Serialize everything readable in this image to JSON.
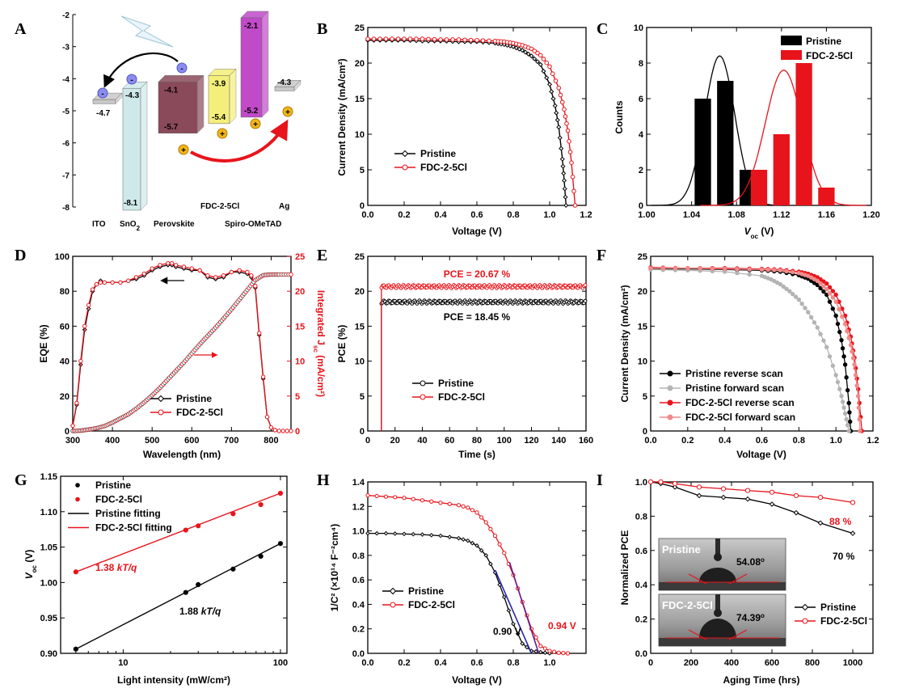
{
  "colors": {
    "pristine": "#000000",
    "fdc": "#e8141b",
    "pristine_forward": "#b4b4b4",
    "fdc_forward": "#f08a8a"
  },
  "panels": {
    "A": {
      "label": "A",
      "axis": {
        "ylim": [
          -8,
          -2
        ],
        "yticks": [
          "-2",
          "-3",
          "-4",
          "-5",
          "-6",
          "-7",
          "-8"
        ]
      },
      "layers": [
        {
          "name": "ITO",
          "levels": [
            "-4.7"
          ],
          "values": [
            -4.7
          ],
          "color": "#c8c8c8"
        },
        {
          "name": "SnO",
          "sub": "2",
          "levels": [
            "-4.3",
            "-8.1"
          ],
          "values": [
            -4.3,
            -8.1
          ],
          "color": "#cfe9ea"
        },
        {
          "name": "Perovskite",
          "levels": [
            "-4.1",
            "-5.7"
          ],
          "values": [
            -4.1,
            -5.7
          ],
          "color": "#8a4a5a"
        },
        {
          "name": "FDC-2-5Cl",
          "levels": [
            "-3.9",
            "-5.4"
          ],
          "values": [
            -3.9,
            -5.4
          ],
          "color": "#f4ef7a"
        },
        {
          "name": "Spiro-OMeTAD",
          "levels": [
            "-2.1",
            "-5.2"
          ],
          "values": [
            -2.1,
            -5.2
          ],
          "color": "#c04ac8"
        },
        {
          "name": "Ag",
          "levels": [
            "-4.3"
          ],
          "values": [
            -4.3
          ],
          "color": "#c8c8c8"
        }
      ],
      "charges": {
        "minus": "-",
        "plus": "+"
      }
    },
    "B": {
      "label": "B",
      "type": "line",
      "xlabel": "Voltage (V)",
      "ylabel": "Current Density (mA/cm²)",
      "xlim": [
        0.0,
        1.2
      ],
      "ylim": [
        0,
        25
      ],
      "xticks": [
        "0.0",
        "0.2",
        "0.4",
        "0.6",
        "0.8",
        "1.0",
        "1.2"
      ],
      "yticks": [
        "0",
        "5",
        "10",
        "15",
        "20",
        "25"
      ],
      "series": [
        {
          "name": "Pristine",
          "x": [
            0.0,
            0.1,
            0.2,
            0.3,
            0.4,
            0.5,
            0.6,
            0.7,
            0.75,
            0.8,
            0.85,
            0.9,
            0.95,
            1.0,
            1.03,
            1.05,
            1.07,
            1.08,
            1.09
          ],
          "y": [
            23.2,
            23.2,
            23.2,
            23.1,
            23.1,
            23.0,
            23.0,
            22.8,
            22.6,
            22.3,
            21.8,
            21.0,
            19.8,
            17.0,
            14.0,
            11.0,
            6.5,
            3.5,
            0.0
          ]
        },
        {
          "name": "FDC-2-5Cl",
          "x": [
            0.0,
            0.1,
            0.2,
            0.3,
            0.4,
            0.5,
            0.6,
            0.7,
            0.75,
            0.8,
            0.85,
            0.9,
            0.95,
            1.0,
            1.05,
            1.08,
            1.1,
            1.12,
            1.14
          ],
          "y": [
            23.4,
            23.4,
            23.4,
            23.4,
            23.3,
            23.3,
            23.2,
            23.1,
            23.0,
            22.8,
            22.5,
            22.0,
            21.1,
            19.5,
            16.5,
            13.5,
            10.5,
            6.0,
            0.0
          ]
        }
      ]
    },
    "C": {
      "label": "C",
      "type": "bar",
      "xlabel": "V",
      "xlabel_sub": "oc",
      "xlabel_unit": " (V)",
      "ylabel": "Counts",
      "xlim": [
        1.0,
        1.2
      ],
      "ylim": [
        0,
        10
      ],
      "xticks": [
        "1.00",
        "1.04",
        "1.08",
        "1.12",
        "1.16",
        "1.20"
      ],
      "yticks": [
        "0",
        "2",
        "4",
        "6",
        "8",
        "10"
      ],
      "series": [
        {
          "name": "Pristine",
          "x": [
            1.05,
            1.07,
            1.09
          ],
          "values": [
            6,
            7,
            2
          ],
          "fit": {
            "mean": 1.065,
            "sigma": 0.0135,
            "amp": 8.4
          }
        },
        {
          "name": "FDC-2-5Cl",
          "x": [
            1.1,
            1.12,
            1.14,
            1.16
          ],
          "values": [
            2,
            4,
            8,
            1
          ],
          "fit": {
            "mean": 1.122,
            "sigma": 0.0165,
            "amp": 7.6
          }
        }
      ]
    },
    "D": {
      "label": "D",
      "type": "line",
      "xlabel": "Wavelength (nm)",
      "ylabel": "EQE (%)",
      "ylabel_right": "Integrated J",
      "ylabel_right_sub": "sc",
      "ylabel_right_unit": " (mA/cm²)",
      "xlim": [
        300,
        850
      ],
      "ylim": [
        0,
        100
      ],
      "ylim_right": [
        0,
        25
      ],
      "xticks": [
        "300",
        "400",
        "500",
        "600",
        "700",
        "800"
      ],
      "yticks": [
        "0",
        "20",
        "40",
        "60",
        "80",
        "100"
      ],
      "yticks_right": [
        "0",
        "5",
        "10",
        "15",
        "20",
        "25"
      ],
      "series": [
        {
          "name": "Pristine",
          "x": [
            300,
            310,
            320,
            330,
            340,
            350,
            360,
            370,
            380,
            400,
            420,
            440,
            460,
            480,
            500,
            520,
            540,
            550,
            560,
            580,
            600,
            620,
            640,
            660,
            680,
            700,
            720,
            740,
            750,
            760,
            770,
            780,
            790,
            800,
            810,
            820,
            830,
            840,
            850
          ],
          "values": [
            3,
            15,
            38,
            58,
            70,
            80,
            84,
            86,
            85,
            85,
            85,
            86,
            87,
            89,
            92,
            94,
            95,
            95,
            94,
            93,
            92,
            92,
            88,
            87,
            88,
            91,
            91,
            90,
            88,
            82,
            55,
            30,
            8,
            2,
            0.5,
            0,
            0,
            0,
            0
          ]
        },
        {
          "name": "FDC-2-5Cl",
          "x": [
            300,
            310,
            320,
            330,
            340,
            350,
            360,
            370,
            380,
            400,
            420,
            440,
            460,
            480,
            500,
            520,
            540,
            550,
            560,
            580,
            600,
            620,
            640,
            660,
            680,
            700,
            720,
            740,
            750,
            760,
            770,
            780,
            790,
            800,
            810,
            820,
            830,
            840,
            850
          ],
          "values": [
            3,
            16,
            40,
            60,
            72,
            81,
            84,
            85,
            85,
            85,
            85,
            86,
            88,
            90,
            93,
            95,
            96,
            96,
            95,
            94,
            93,
            92,
            89,
            88,
            89,
            91,
            92,
            91,
            89,
            83,
            56,
            31,
            8,
            2,
            0.5,
            0,
            0,
            0,
            0
          ]
        }
      ],
      "integrated": {
        "x": [
          300,
          320,
          340,
          360,
          380,
          400,
          420,
          440,
          460,
          480,
          500,
          520,
          540,
          560,
          580,
          600,
          620,
          640,
          660,
          680,
          700,
          720,
          740,
          760,
          780,
          800,
          820,
          850
        ],
        "values": [
          0,
          0.05,
          0.2,
          0.4,
          0.7,
          1.2,
          1.8,
          2.4,
          3.2,
          4.1,
          5.1,
          6.2,
          7.4,
          8.6,
          9.8,
          11.1,
          12.4,
          13.6,
          14.8,
          16.1,
          17.4,
          18.8,
          20.2,
          21.6,
          22.3,
          22.4,
          22.4,
          22.4
        ]
      }
    },
    "E": {
      "label": "E",
      "type": "line",
      "xlabel": "Time (s)",
      "ylabel": "PCE (%)",
      "xlim": [
        0,
        160
      ],
      "ylim": [
        0,
        25
      ],
      "xticks": [
        "0",
        "20",
        "40",
        "60",
        "80",
        "100",
        "120",
        "140",
        "160"
      ],
      "yticks": [
        "0",
        "5",
        "10",
        "15",
        "20",
        "25"
      ],
      "annotation_fdc": "PCE = 20.67 %",
      "annotation_pristine": "PCE = 18.45 %",
      "series": [
        {
          "name": "Pristine",
          "x": [
            10,
            10,
            160
          ],
          "values": [
            0,
            18.45,
            18.45
          ]
        },
        {
          "name": "FDC-2-5Cl",
          "x": [
            10,
            10,
            160
          ],
          "values": [
            0,
            20.67,
            20.67
          ]
        }
      ]
    },
    "F": {
      "label": "F",
      "type": "line",
      "xlabel": "Voltage (V)",
      "ylabel": "Current Density (mA/cm²)",
      "xlim": [
        0.0,
        1.2
      ],
      "ylim": [
        0,
        25
      ],
      "xticks": [
        "0.0",
        "0.2",
        "0.4",
        "0.6",
        "0.8",
        "1.0",
        "1.2"
      ],
      "yticks": [
        "0",
        "5",
        "10",
        "15",
        "20",
        "25"
      ],
      "series": [
        {
          "name": "Pristine reverse scan",
          "x": [
            0.0,
            0.2,
            0.4,
            0.6,
            0.7,
            0.8,
            0.85,
            0.9,
            0.95,
            1.0,
            1.03,
            1.05,
            1.07,
            1.08
          ],
          "y": [
            23.2,
            23.2,
            23.1,
            23.0,
            22.8,
            22.3,
            21.8,
            20.9,
            19.5,
            16.5,
            13.0,
            9.5,
            4.0,
            0.0
          ]
        },
        {
          "name": "Pristine forward scan",
          "x": [
            0.0,
            0.2,
            0.4,
            0.6,
            0.65,
            0.7,
            0.75,
            0.8,
            0.85,
            0.9,
            0.95,
            1.0,
            1.03,
            1.05,
            1.07
          ],
          "y": [
            23.1,
            23.0,
            22.8,
            22.2,
            21.7,
            21.0,
            20.0,
            18.8,
            17.0,
            14.8,
            12.0,
            8.0,
            5.0,
            2.5,
            0.0
          ]
        },
        {
          "name": "FDC-2-5Cl reverse scan",
          "x": [
            0.0,
            0.2,
            0.4,
            0.6,
            0.7,
            0.8,
            0.85,
            0.9,
            0.95,
            1.0,
            1.05,
            1.08,
            1.1,
            1.12,
            1.14
          ],
          "y": [
            23.4,
            23.3,
            23.3,
            23.2,
            23.1,
            22.8,
            22.5,
            22.0,
            21.1,
            19.5,
            16.5,
            13.5,
            10.5,
            6.0,
            0.0
          ]
        },
        {
          "name": "FDC-2-5Cl forward scan",
          "x": [
            0.0,
            0.2,
            0.4,
            0.6,
            0.7,
            0.8,
            0.85,
            0.9,
            0.95,
            1.0,
            1.05,
            1.08,
            1.1,
            1.12,
            1.13
          ],
          "y": [
            23.3,
            23.3,
            23.2,
            23.1,
            23.0,
            22.6,
            22.2,
            21.5,
            20.3,
            18.5,
            15.3,
            12.3,
            9.5,
            5.0,
            0.0
          ]
        }
      ]
    },
    "G": {
      "label": "G",
      "type": "scatter",
      "xlabel": "Light intensity (mW/cm²)",
      "ylabel": "V",
      "ylabel_sub": "oc",
      "ylabel_unit": " (V)",
      "xscale": "log",
      "xlim": [
        4,
        110
      ],
      "ylim": [
        0.9,
        1.15
      ],
      "xticks": [
        "10",
        "100"
      ],
      "yticks": [
        "0.90",
        "0.95",
        "1.00",
        "1.05",
        "1.10",
        "1.15"
      ],
      "annotation_fdc": "1.38",
      "annotation_pristine": "1.88",
      "annotation_unit": "kT/q",
      "series": [
        {
          "name": "Pristine",
          "x": [
            5,
            25,
            30,
            50,
            75,
            100
          ],
          "values": [
            0.906,
            0.986,
            0.997,
            1.019,
            1.037,
            1.055
          ]
        },
        {
          "name": "FDC-2-5Cl",
          "x": [
            5,
            25,
            30,
            50,
            75,
            100
          ],
          "values": [
            1.015,
            1.074,
            1.08,
            1.097,
            1.11,
            1.126
          ]
        }
      ],
      "fits": [
        {
          "name": "Pristine fitting",
          "x": [
            5,
            100
          ],
          "values": [
            0.906,
            1.055
          ]
        },
        {
          "name": "FDC-2-5Cl fitting",
          "x": [
            5,
            100
          ],
          "values": [
            1.015,
            1.126
          ]
        }
      ]
    },
    "H": {
      "label": "H",
      "type": "line",
      "xlabel": "Voltage (V)",
      "ylabel": "1/C² (×10¹⁴ F⁻²cm⁴)",
      "xlim": [
        0.0,
        1.2
      ],
      "ylim": [
        0.0,
        1.4
      ],
      "xticks": [
        "0.0",
        "0.2",
        "0.4",
        "0.6",
        "0.8",
        "1.0"
      ],
      "yticks": [
        "0.0",
        "0.2",
        "0.4",
        "0.6",
        "0.8",
        "1.0",
        "1.2",
        "1.4"
      ],
      "annotation_pristine": "0.90 V",
      "annotation_fdc": "0.94 V",
      "series": [
        {
          "name": "Pristine",
          "x": [
            0.0,
            0.1,
            0.2,
            0.3,
            0.4,
            0.5,
            0.55,
            0.6,
            0.65,
            0.7,
            0.75,
            0.8,
            0.85,
            0.9,
            0.95,
            1.0
          ],
          "values": [
            0.98,
            0.98,
            0.975,
            0.97,
            0.96,
            0.94,
            0.92,
            0.88,
            0.8,
            0.66,
            0.46,
            0.24,
            0.08,
            0.02,
            0.01,
            0.0
          ]
        },
        {
          "name": "FDC-2-5Cl",
          "x": [
            0.0,
            0.1,
            0.2,
            0.3,
            0.4,
            0.5,
            0.55,
            0.6,
            0.65,
            0.7,
            0.75,
            0.8,
            0.85,
            0.9,
            0.95,
            1.0,
            1.05,
            1.1
          ],
          "values": [
            1.29,
            1.28,
            1.27,
            1.25,
            1.23,
            1.21,
            1.19,
            1.15,
            1.07,
            0.96,
            0.82,
            0.64,
            0.42,
            0.2,
            0.06,
            0.02,
            0.005,
            0.0
          ]
        }
      ],
      "fits": [
        {
          "name": "Pristine",
          "x": [
            0.7,
            0.9
          ],
          "values": [
            0.68,
            0.0
          ]
        },
        {
          "name": "FDC-2-5Cl",
          "x": [
            0.78,
            0.94
          ],
          "values": [
            0.74,
            0.0
          ]
        }
      ]
    },
    "I": {
      "label": "I",
      "type": "line",
      "xlabel": "Aging Time (hrs)",
      "ylabel": "Normalized PCE",
      "xlim": [
        0,
        1100
      ],
      "ylim": [
        0.0,
        1.0
      ],
      "xticks": [
        "0",
        "200",
        "400",
        "600",
        "800",
        "1000"
      ],
      "yticks": [
        "0.0",
        "0.2",
        "0.4",
        "0.6",
        "0.8",
        "1.0"
      ],
      "annotation_fdc": "88 %",
      "annotation_pristine": "70 %",
      "insets": [
        {
          "title": "Pristine",
          "angle": "54.08",
          "deg": "o"
        },
        {
          "title": "FDC-2-5Cl",
          "angle": "74.39",
          "deg": "o"
        }
      ],
      "series": [
        {
          "name": "Pristine",
          "x": [
            0,
            50,
            120,
            240,
            360,
            480,
            600,
            720,
            840,
            1000
          ],
          "values": [
            1.0,
            0.99,
            0.97,
            0.92,
            0.91,
            0.9,
            0.87,
            0.82,
            0.76,
            0.7
          ]
        },
        {
          "name": "FDC-2-5Cl",
          "x": [
            0,
            50,
            120,
            240,
            360,
            480,
            600,
            720,
            840,
            1000
          ],
          "values": [
            1.0,
            1.0,
            0.99,
            0.97,
            0.96,
            0.95,
            0.94,
            0.92,
            0.91,
            0.88
          ]
        }
      ]
    }
  }
}
